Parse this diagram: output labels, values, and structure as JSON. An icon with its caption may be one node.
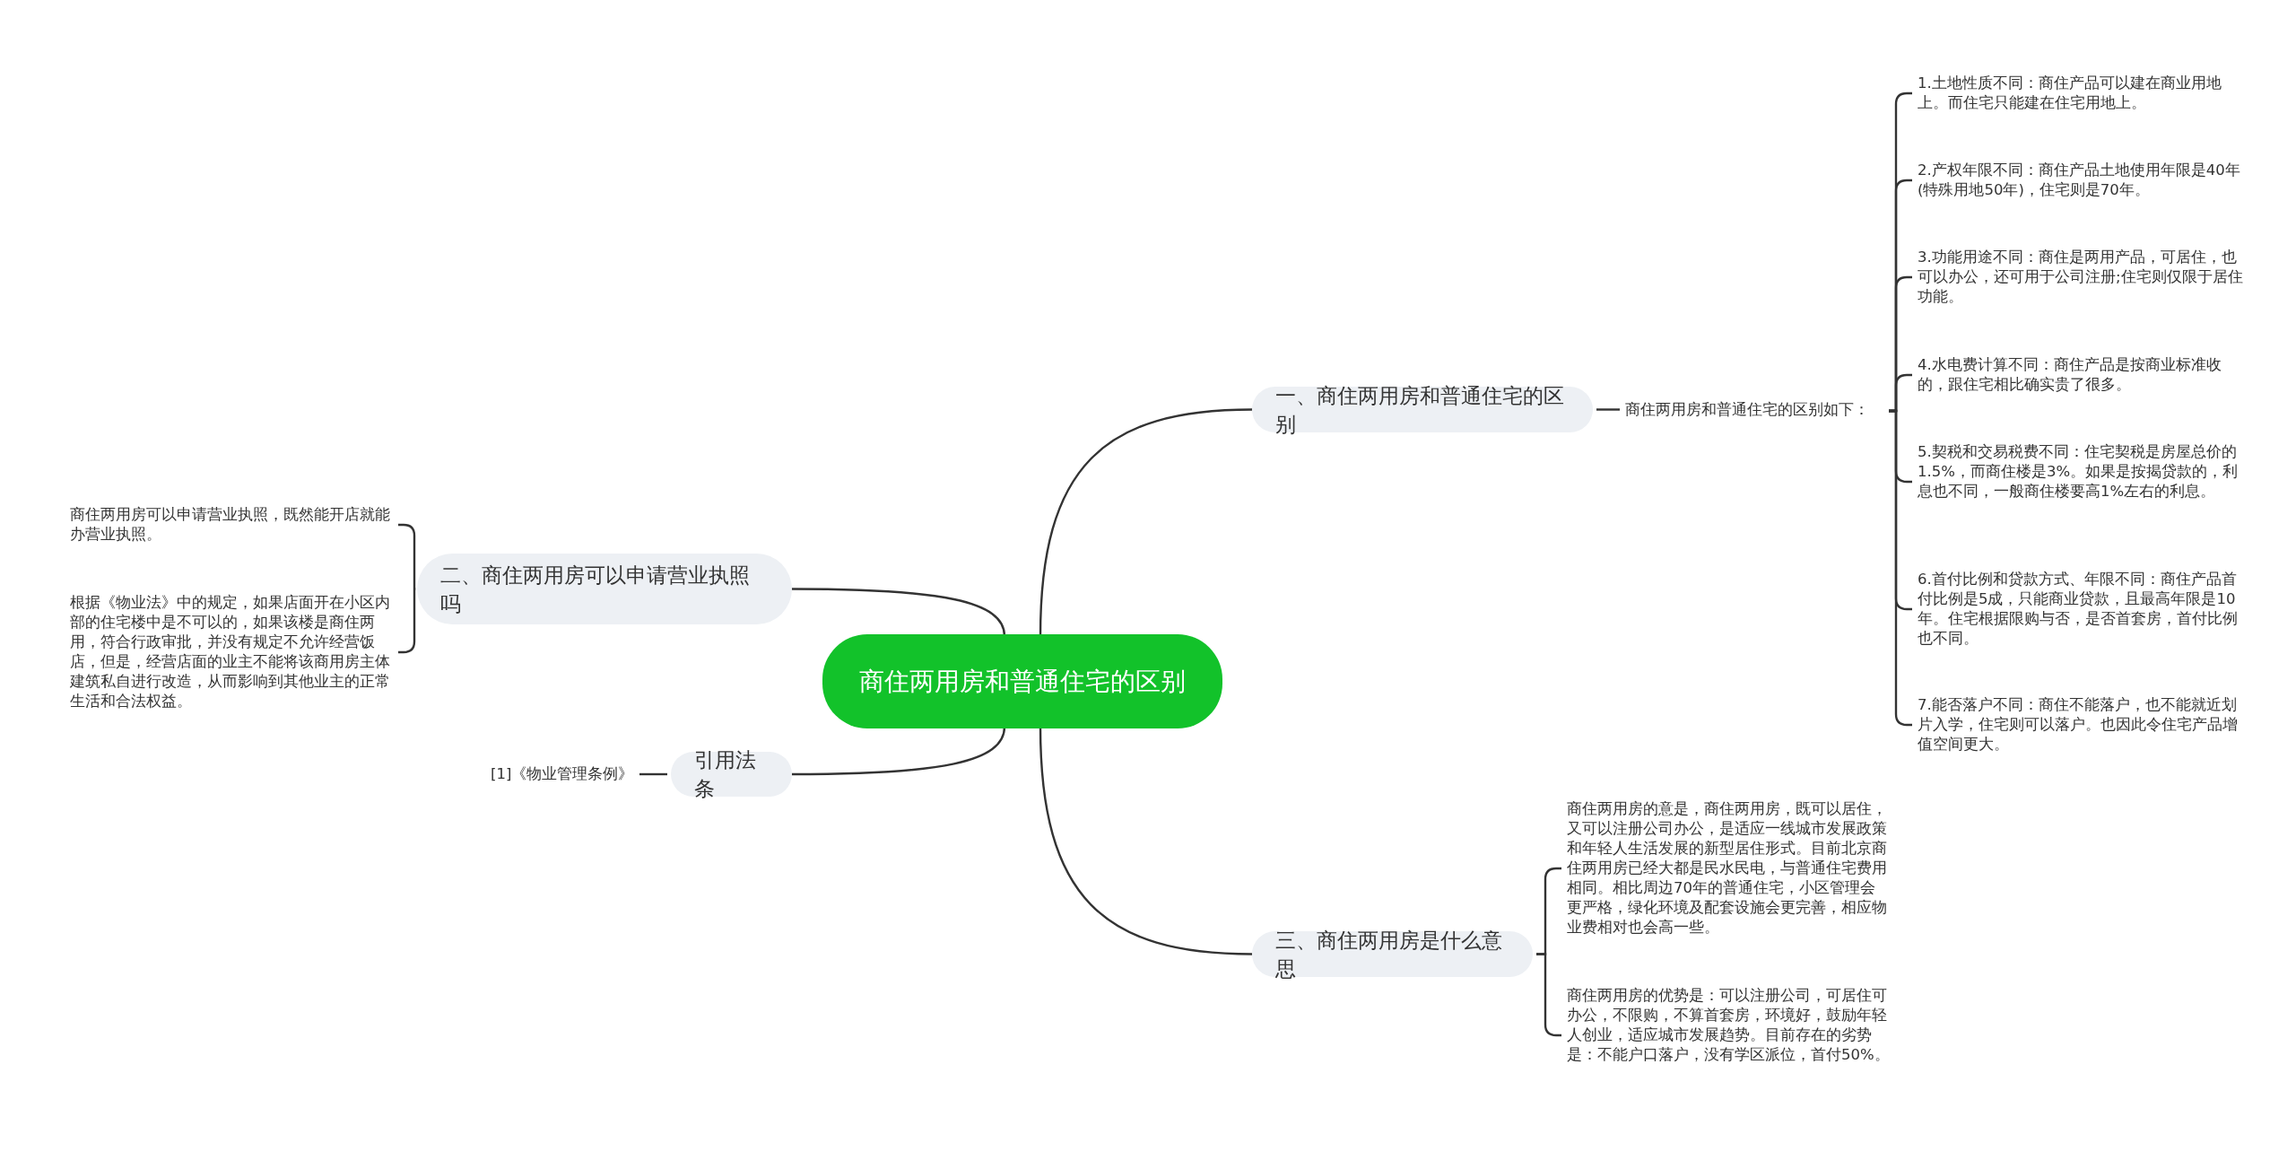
{
  "diagram": {
    "nodes": [
      {
        "text": [
          "商住两用房和普通住宅的区别"
        ]
      },
      {
        "text": [
          "一、商住两用房和普通住宅的区别"
        ]
      },
      {
        "text": [
          "商住两用房和普通住宅的区别如下："
        ]
      },
      {
        "text": [
          "1.土地性质不同：商住产品可以建在商业用地上。而住宅只能建在住宅用地上。"
        ]
      },
      {
        "text": [
          "2.产权年限不同：商住产品土地使用年限是40年(特殊用地50年)，住宅则是70年。"
        ]
      },
      {
        "text": [
          "3.功能用途不同：商住是两用产品，可居住，也可以办公，还可用于公司注册;住宅则仅限于居住功能。"
        ]
      },
      {
        "text": [
          "4.水电费计算不同：商住产品是按商业标准收的，跟住宅相比确实贵了很多。"
        ]
      },
      {
        "text": [
          "5.契税和交易税费不同：住宅契税是房屋总价的1.5%，而商住楼是3%。如果是按揭贷款的，利息也不同，一般商住楼要高1%左右的利息。"
        ]
      },
      {
        "text": [
          "6.首付比例和贷款方式、年限不同：商住产品首付比例是5成，只能商业贷款，且最高年限是10年。住宅根据限购与否，是否首套房，首付比例也不同。"
        ]
      },
      {
        "text": [
          "7.能否落户不同：商住不能落户，也不能就近划片入学，住宅则可以落户。也因此令住宅产品增值空间更大。"
        ]
      },
      {
        "text": [
          "二、商住两用房可以申请营业执照吗"
        ]
      },
      {
        "text": [
          "商住两用房可以申请营业执照，既然能开店就能办营业执照。"
        ]
      },
      {
        "text": [
          "根据《物业法》中的规定，如果店面开在小区内部的住宅楼中是不可以的，如果该楼是商住两用，符合行政审批，并没有规定不允许经营饭店，但是，经营店面的业主不能将该商用房主体建筑私自进行改造，从而影响到其他业主的正常生活和合法权益。"
        ]
      },
      {
        "text": [
          "引用法条"
        ]
      },
      {
        "text": [
          "[1]《物业管理条例》"
        ]
      },
      {
        "text": [
          "三、商住两用房是什么意思"
        ]
      },
      {
        "text": [
          "商住两用房的意是，商住两用房，既可以居住，又可以注册公司办公，是适应一线城市发展政策和年轻人生活发展的新型居住形式。目前北京商住两用房已经大都是民水民电，与普通住宅费用相同。相比周边70年的普通住宅，小区管理会更严格，绿化环境及配套设施会更完善，相应物业费相对也会高一些。"
        ]
      },
      {
        "text": [
          "商住两用房的优势是：可以注册公司，可居住可办公，不限购，不算首套房，环境好，鼓励年轻人创业，适应城市发展趋势。目前存在的劣势是：不能户口落户，没有学区派位，首付50%。"
        ]
      }
    ],
    "edges": [
      {
        "from": 0,
        "to": 1,
        "arrow": "none"
      },
      {
        "from": 1,
        "to": 2,
        "arrow": "none"
      },
      {
        "from": 2,
        "to": 3,
        "arrow": "none"
      },
      {
        "from": 2,
        "to": 4,
        "arrow": "none"
      },
      {
        "from": 2,
        "to": 5,
        "arrow": "none"
      },
      {
        "from": 2,
        "to": 6,
        "arrow": "none"
      },
      {
        "from": 2,
        "to": 7,
        "arrow": "none"
      },
      {
        "from": 2,
        "to": 8,
        "arrow": "none"
      },
      {
        "from": 2,
        "to": 9,
        "arrow": "none"
      },
      {
        "from": 0,
        "to": 10,
        "arrow": "none"
      },
      {
        "from": 10,
        "to": 11,
        "arrow": "none"
      },
      {
        "from": 10,
        "to": 12,
        "arrow": "none"
      },
      {
        "from": 0,
        "to": 13,
        "arrow": "none"
      },
      {
        "from": 13,
        "to": 14,
        "arrow": "none"
      },
      {
        "from": 0,
        "to": 15,
        "arrow": "none"
      },
      {
        "from": 15,
        "to": 16,
        "arrow": "none"
      },
      {
        "from": 15,
        "to": 17,
        "arrow": "none"
      }
    ]
  }
}
